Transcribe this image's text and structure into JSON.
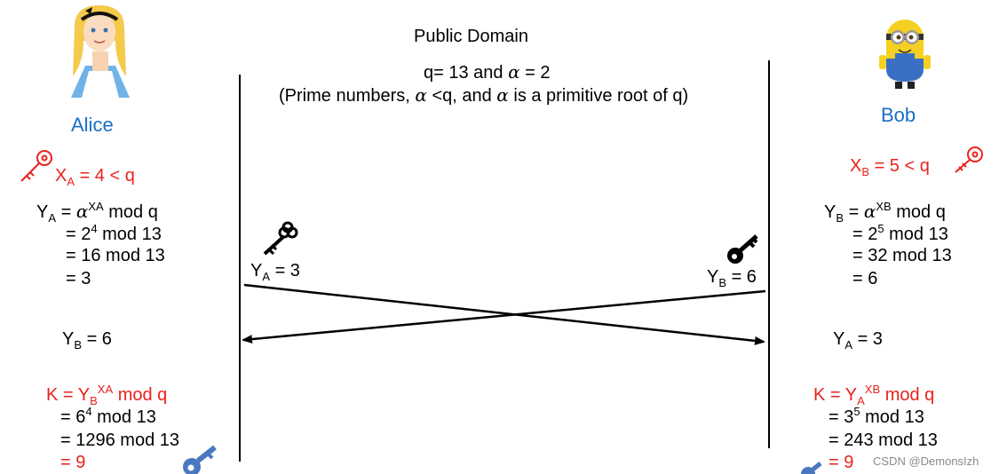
{
  "public": {
    "title": "Public Domain",
    "q_part": "q= 13 and ",
    "alpha_symbol": "α",
    "alpha_part": " = 2",
    "note_pre": "(Prime numbers, ",
    "note_mid1": " <q, and  ",
    "note_mid2": " is a primitive root of q)"
  },
  "alice": {
    "name": "Alice",
    "xa": {
      "var": "X",
      "sub": "A",
      "rest": " = 4 < q"
    },
    "ya": {
      "var": "Y",
      "sub": "A",
      "eq": " = ",
      "sup": "XA",
      "rest": " mod q",
      "step1": {
        "pre": "= 2",
        "sup": "4",
        "post": " mod 13"
      },
      "step2": "= 16 mod 13",
      "step3": "= 3"
    },
    "received": {
      "var": "Y",
      "sub": "B",
      "rest": " = 6"
    },
    "key": {
      "pre": "K = Y",
      "sub": "B",
      "sup": "XA",
      "rest": " mod q",
      "step1": {
        "pre": "= 6",
        "sup": "4",
        "post": " mod 13"
      },
      "step2": "= 1296 mod 13",
      "step3": "= 9"
    }
  },
  "bob": {
    "name": "Bob",
    "xb": {
      "var": "X",
      "sub": "B",
      "rest": " = 5 < q"
    },
    "yb": {
      "var": "Y",
      "sub": "B",
      "eq": " = ",
      "sup": "XB",
      "rest": " mod q",
      "step1": {
        "pre": "= 2",
        "sup": "5",
        "post": " mod 13"
      },
      "step2": "= 32 mod 13",
      "step3": "= 6"
    },
    "received": {
      "var": "Y",
      "sub": "A",
      "rest": " = 3"
    },
    "key": {
      "pre": "K = Y",
      "sub": "A",
      "sup": "XB",
      "rest": " mod q",
      "step1": {
        "pre": "= 3",
        "sup": "5",
        "post": " mod 13"
      },
      "step2": "= 243 mod 13",
      "step3": "= 9"
    }
  },
  "exchange": {
    "ya": {
      "var": "Y",
      "sub": "A",
      "rest": " = 3"
    },
    "yb": {
      "var": "Y",
      "sub": "B",
      "rest": " = 6"
    }
  },
  "watermark": "CSDN @DemonsIzh",
  "colors": {
    "red": "#e8231c",
    "blue": "#1a6fc4",
    "key_blue": "#4a78c0"
  },
  "icons": [
    "alice-avatar",
    "minion-avatar",
    "red-key-icon",
    "black-key-icon",
    "blue-key-icon"
  ]
}
